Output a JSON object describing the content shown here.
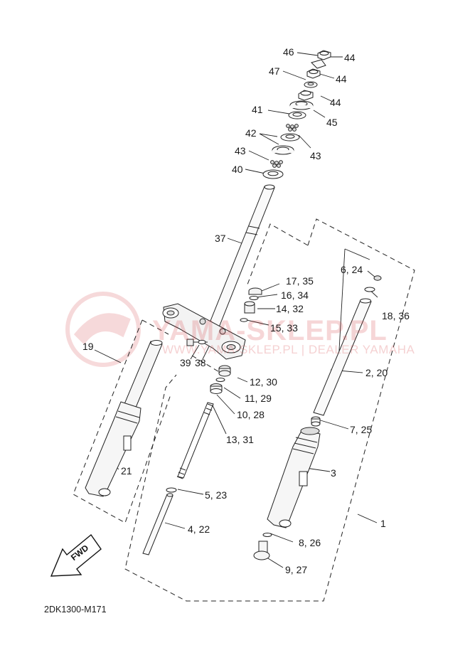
{
  "diagram_code": "2DK1300-M171",
  "watermark": {
    "main": "YAMA-SKLEP.PL",
    "sub": "WWW.YAMA-SKLEP.PL | DEALER YAMAHA"
  },
  "fwd_label": "FWD",
  "callouts": {
    "c1": "1",
    "c2_20": "2, 20",
    "c3": "3",
    "c4_22": "4, 22",
    "c5_23": "5, 23",
    "c6_24": "6, 24",
    "c7_25": "7, 25",
    "c8_26": "8, 26",
    "c9_27": "9, 27",
    "c10_28": "10, 28",
    "c11_29": "11, 29",
    "c12_30": "12, 30",
    "c13_31": "13, 31",
    "c14_32": "14, 32",
    "c15_33": "15, 33",
    "c16_34": "16, 34",
    "c17_35": "17, 35",
    "c18_36": "18, 36",
    "c19": "19",
    "c21": "21",
    "c37": "37",
    "c38": "38",
    "c39": "39",
    "c40": "40",
    "c41": "41",
    "c42": "42",
    "c43a": "43",
    "c43b": "43",
    "c44a": "44",
    "c44b": "44",
    "c44c": "44",
    "c45": "45",
    "c46": "46",
    "c47": "47"
  }
}
